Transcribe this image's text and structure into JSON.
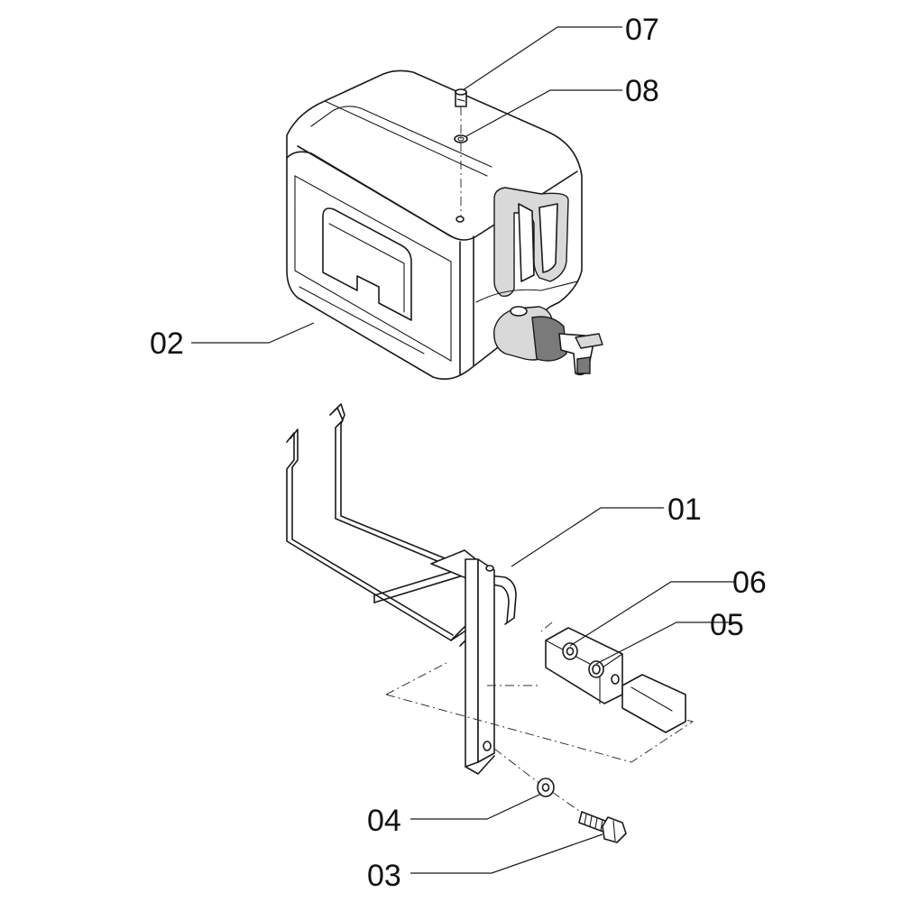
{
  "callouts": {
    "c01": "01",
    "c02": "02",
    "c03": "03",
    "c04": "04",
    "c05": "05",
    "c06": "06",
    "c07": "07",
    "c08": "08"
  }
}
